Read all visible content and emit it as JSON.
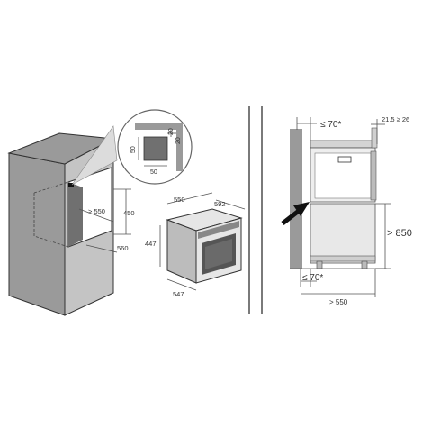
{
  "colors": {
    "wall_gray": "#9a9a9a",
    "wall_dark": "#707070",
    "wall_light": "#c4c4c4",
    "steel": "#bcbcbc",
    "steel_light": "#e6e6e6",
    "glass": "#555555",
    "line": "#333333",
    "divider": "#222222",
    "accent_dark": "#111111"
  },
  "left": {
    "detail": {
      "depth": "20",
      "height": "50",
      "side": "20",
      "width": "50"
    },
    "cabinet": {
      "opening_depth": "> 550",
      "opening_height": "450",
      "opening_width": "560"
    },
    "oven": {
      "top_depth": "550",
      "top_width": "592",
      "height": "447",
      "bottom_width": "547"
    }
  },
  "right": {
    "top_gap": "≤ 70*",
    "rear_gap": "21.5 ≥ 26",
    "floor_height": "> 850",
    "bottom_gap": "≤ 70*",
    "cabinet_depth": "> 550"
  }
}
